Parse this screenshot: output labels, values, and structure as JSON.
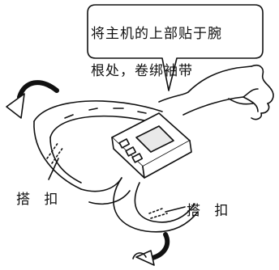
{
  "instruction": {
    "line1": "将主机的上部贴于腕",
    "line2": "根处，卷绑袖带"
  },
  "labels": {
    "clasp_left": "搭 扣",
    "clasp_right": "搭 扣"
  },
  "colors": {
    "ink": "#111111",
    "paper": "#ffffff",
    "screen": "#e9e9e9"
  },
  "icons": [
    "curved-arrow-icon",
    "speech-bubble",
    "wrist-monitor",
    "hand"
  ]
}
